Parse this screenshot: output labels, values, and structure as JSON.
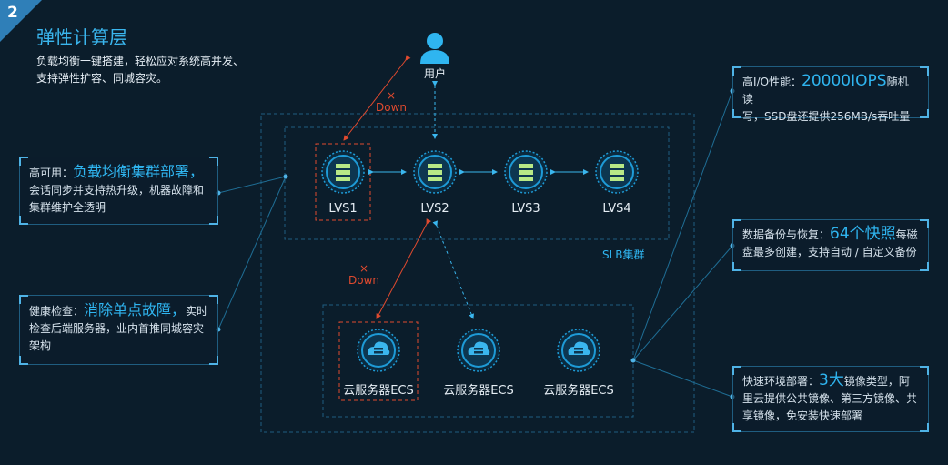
{
  "header": {
    "badge": "2",
    "title": "弹性计算层",
    "desc_line1": "负载均衡一键搭建，轻松应对系统高并发、",
    "desc_line2": "支持弹性扩容、同城容灾。"
  },
  "user": {
    "label": "用户"
  },
  "slb": {
    "label": "SLB集群",
    "nodes": [
      "LVS1",
      "LVS2",
      "LVS3",
      "LVS4"
    ]
  },
  "ecs": {
    "nodes": [
      "云服务器ECS",
      "云服务器ECS",
      "云服务器ECS"
    ]
  },
  "down_marks": [
    {
      "x": "×",
      "text": "Down"
    },
    {
      "x": "×",
      "text": "Down"
    }
  ],
  "cards": {
    "ha": {
      "prefix": "高可用：",
      "highlight": "负载均衡集群部署，",
      "line2": "会话同步并支持热升级，机器故障和",
      "line3": "集群维护全透明"
    },
    "health": {
      "prefix": "健康检查：",
      "highlight": "消除单点故障，",
      "suffix": "实时",
      "line2": "检查后端服务器，业内首推同城容灾",
      "line3": "架构"
    },
    "io": {
      "prefix": "高I/O性能：",
      "highlight": "20000IOPS",
      "suffix": "随机读",
      "line2": "写，SSD盘还提供256MB/s吞吐量"
    },
    "backup": {
      "prefix": "数据备份与恢复：",
      "highlight": "64个快照",
      "suffix": "每磁",
      "line2": "盘最多创建，支持自动 / 自定义备份"
    },
    "deploy": {
      "prefix": "快速环境部署：",
      "highlight": "3大",
      "suffix": "镜像类型，阿",
      "line2": "里云提供公共镜像、第三方镜像、共",
      "line3": "享镜像，免安装快速部署"
    }
  },
  "colors": {
    "accent": "#2fb5f0",
    "down": "#e04a2f",
    "node_ring": "#1e9bd7",
    "server_icon": "#b8e986",
    "background": "#0b1d2b"
  },
  "icons": [
    "user-icon",
    "server-icon",
    "cloud-server-icon"
  ]
}
